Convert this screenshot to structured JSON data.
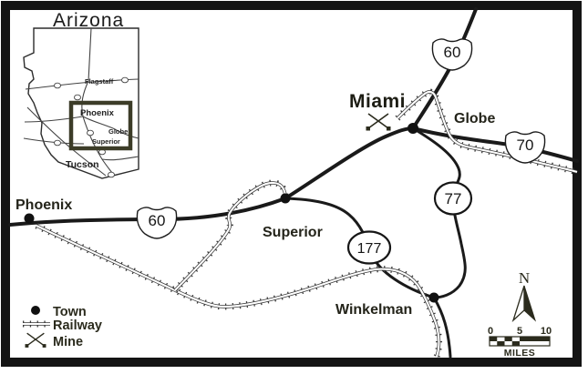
{
  "inset": {
    "title": "Arizona",
    "labels": {
      "flagstaff": "Flagstaff",
      "phoenix": "Phoenix",
      "globe": "Globe",
      "superior": "Superior",
      "tucson": "Tucson"
    }
  },
  "main": {
    "towns": {
      "phoenix": "Phoenix",
      "superior": "Superior",
      "miami": "Miami",
      "globe": "Globe",
      "winkelman": "Winkelman"
    },
    "routes": {
      "us60": "60",
      "us70": "70",
      "sr77": "77",
      "sr177": "177"
    }
  },
  "legend": {
    "town": "Town",
    "railway": "Railway",
    "mine": "Mine"
  },
  "compass": {
    "north": "N"
  },
  "scalebar": {
    "ticks": [
      "0",
      "5",
      "10"
    ],
    "unit": "MILES"
  },
  "colors": {
    "ink": "#1a1a1a",
    "label": "#2b2b1d",
    "frame": "#141414",
    "highlight_box": "#3c3c28",
    "paper": "#ffffff"
  }
}
